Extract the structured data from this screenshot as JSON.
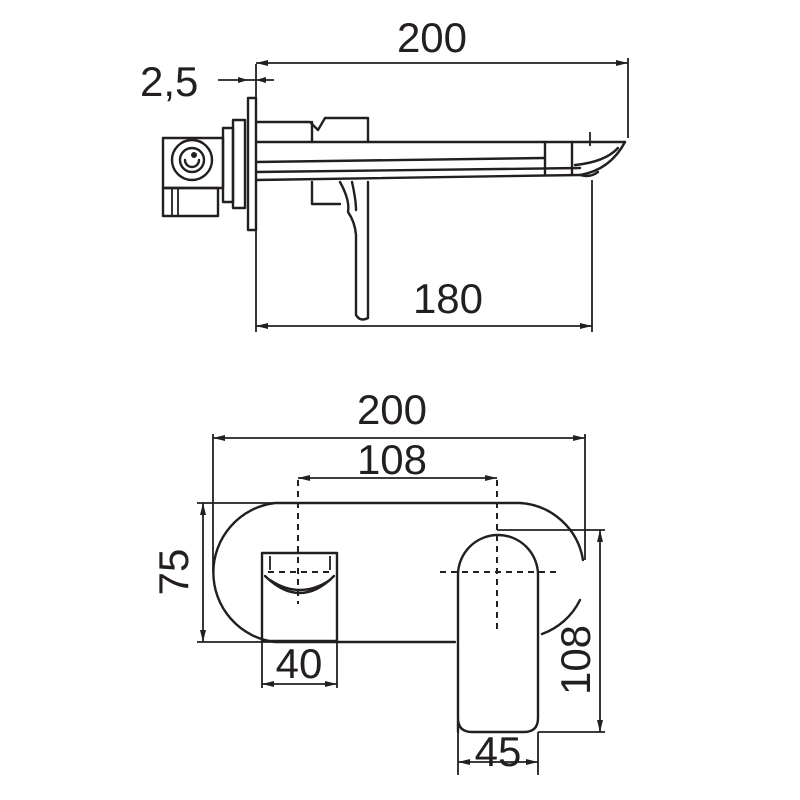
{
  "diagram": {
    "subject": "wall-mounted basin mixer tap technical drawing",
    "line_color": "#231f20",
    "background": "#ffffff",
    "side_view": {
      "dims": {
        "overall_length": "200",
        "spout_projection": "180",
        "plate_thickness": "2,5"
      }
    },
    "front_view": {
      "dims": {
        "plate_width": "200",
        "center_distance": "108",
        "plate_height": "75",
        "spout_width": "40",
        "handle_height": "108",
        "handle_width": "45"
      }
    }
  }
}
